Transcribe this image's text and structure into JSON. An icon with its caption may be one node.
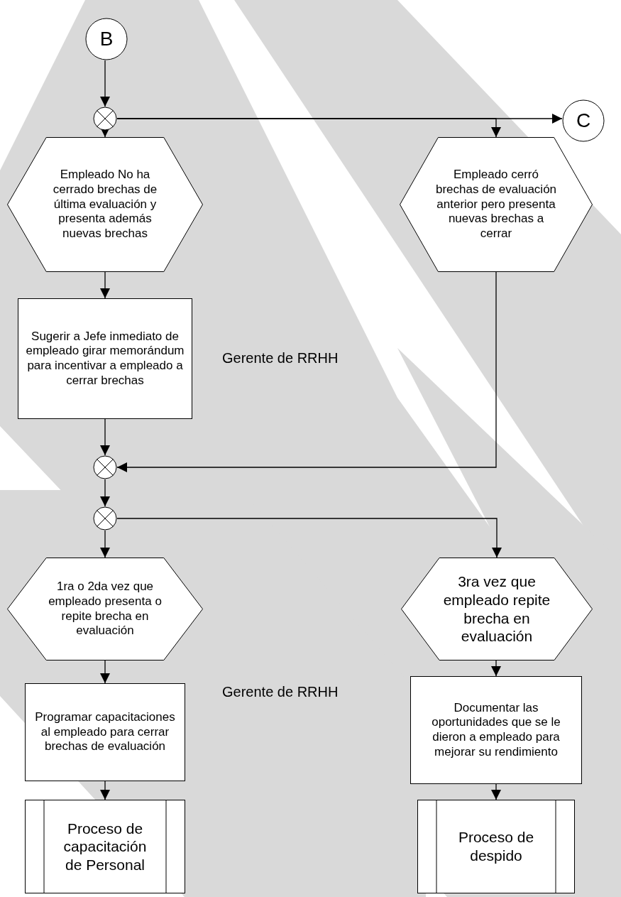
{
  "diagram": {
    "nodes": [
      {
        "text": [
          "B"
        ]
      },
      {
        "text": [],
        "shape": "circle"
      },
      {
        "text": [
          "C"
        ]
      },
      {
        "text": [
          "Empleado No ha cerrado brechas de última evaluación y presenta además nuevas brechas"
        ]
      },
      {
        "text": [
          "Empleado cerró brechas de evaluación anterior pero presenta nuevas brechas a cerrar"
        ]
      },
      {
        "text": [
          "Sugerir a Jefe inmediato de empleado girar memorándum para incentivar a empleado a cerrar brechas"
        ]
      },
      {
        "text": [],
        "shape": "circle"
      },
      {
        "text": [],
        "shape": "circle"
      },
      {
        "text": [
          "1ra o 2da vez que empleado presenta o repite brecha en evaluación"
        ]
      },
      {
        "text": [
          "3ra vez que empleado repite brecha en evaluación"
        ]
      },
      {
        "text": [
          "Programar capacitaciones al empleado para cerrar brechas de evaluación"
        ]
      },
      {
        "text": [
          "Documentar las oportunidades que se le dieron a empleado para mejorar su rendimiento"
        ]
      },
      {
        "text": [
          "Proceso de capacitación de Personal"
        ]
      },
      {
        "text": [
          "Proceso de despido"
        ]
      }
    ],
    "edges": [
      {
        "from": 0,
        "to": 1,
        "arrow": "to"
      },
      {
        "from": 1,
        "to": 3,
        "arrow": "to"
      },
      {
        "from": 1,
        "to": 2,
        "arrow": "to"
      },
      {
        "from": 1,
        "to": 4,
        "arrow": "to"
      },
      {
        "from": 3,
        "to": 5,
        "arrow": "to"
      },
      {
        "from": 5,
        "to": 6,
        "arrow": "to"
      },
      {
        "from": 4,
        "to": 6,
        "arrow": "to"
      },
      {
        "from": 6,
        "to": 7,
        "arrow": "to"
      },
      {
        "from": 7,
        "to": 8,
        "arrow": "to"
      },
      {
        "from": 7,
        "to": 9,
        "arrow": "to"
      },
      {
        "from": 8,
        "to": 10,
        "arrow": "to"
      },
      {
        "from": 9,
        "to": 11,
        "arrow": "to"
      },
      {
        "from": 10,
        "to": 12,
        "arrow": "to"
      },
      {
        "from": 11,
        "to": 13,
        "arrow": "to"
      }
    ],
    "labels": [
      "Gerente de RRHH",
      "Gerente de RRHH"
    ]
  }
}
